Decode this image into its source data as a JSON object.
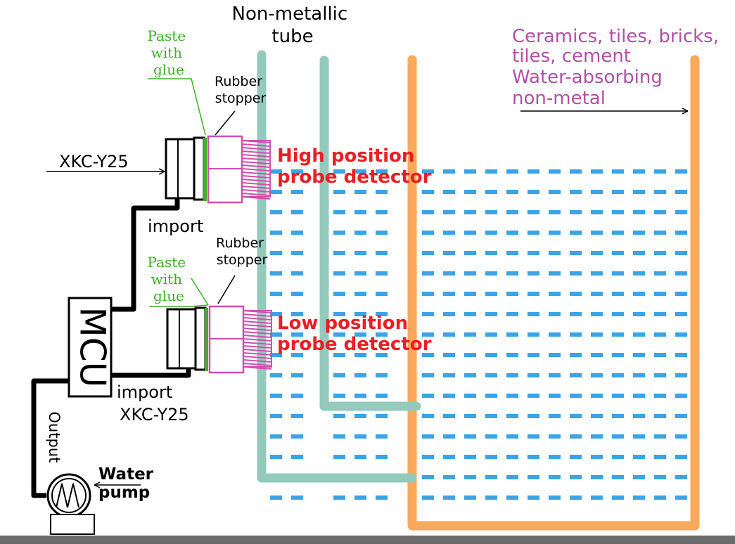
{
  "labels": {
    "non_metallic_tube": [
      "Non-metallic",
      "tube"
    ],
    "container_material": [
      "Ceramics, tiles, bricks,",
      "tiles, cement",
      "Water-absorbing",
      "non-metal"
    ],
    "paste_with_glue_top": [
      "Paste",
      "with",
      "glue"
    ],
    "paste_with_glue_bottom": [
      "Paste",
      "with",
      "glue"
    ],
    "rubber_stopper_top": [
      "Rubber",
      "stopper"
    ],
    "rubber_stopper_bottom": [
      "Rubber",
      "stopper"
    ],
    "sensor_top": "XKC-Y25",
    "sensor_bottom": "XKC-Y25",
    "high_probe": [
      "High position",
      "probe detector"
    ],
    "low_probe": [
      "Low position",
      "probe detector"
    ],
    "import_top": "import",
    "import_bottom": "import",
    "mcu": "MCU",
    "output": "Output",
    "water_pump": [
      "Water",
      "pump"
    ]
  },
  "colors": {
    "tube": "#93cabb",
    "container": "#f9a95a",
    "water": "#3aa4e6",
    "stopper": "#d04fae",
    "label_red": "#ee1c24",
    "label_purple": "#b050a8",
    "label_green": "#3fae2a",
    "ground": "#6b6b6b"
  }
}
